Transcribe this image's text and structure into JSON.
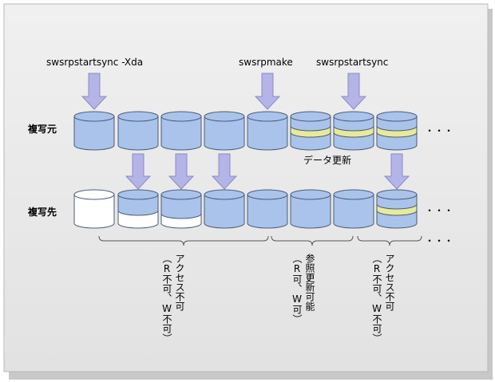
{
  "commands": {
    "left": "swsrpstartsync -Xda",
    "middle": "swsrpmake",
    "right": "swsrpstartsync"
  },
  "rows": {
    "source": "複写元",
    "target": "複写先"
  },
  "update_label": "データ更新",
  "ellipsis": "・・・",
  "access": {
    "group1": [
      "アクセス不可",
      "（R不可、W不可）"
    ],
    "group2": [
      "参照更新可能",
      "（R可、W可）"
    ],
    "group3": [
      "アクセス不可",
      "（R不可、W不可）"
    ]
  },
  "colors": {
    "volume_fill": "#a9c3ea",
    "volume_stroke": "#4d5b78",
    "empty_fill": "#ffffff",
    "update_band": "#e8ea9a",
    "arrow_fill": "#b4b4e6",
    "arrow_stroke": "#8a8ac8",
    "background": "#e6e6e6"
  },
  "volumes": {
    "source": [
      "full",
      "full",
      "full",
      "full",
      "full",
      "banded",
      "banded",
      "banded"
    ],
    "target": [
      "empty",
      "partial",
      "partial-low",
      "full",
      "full",
      "full",
      "full",
      "banded"
    ]
  }
}
